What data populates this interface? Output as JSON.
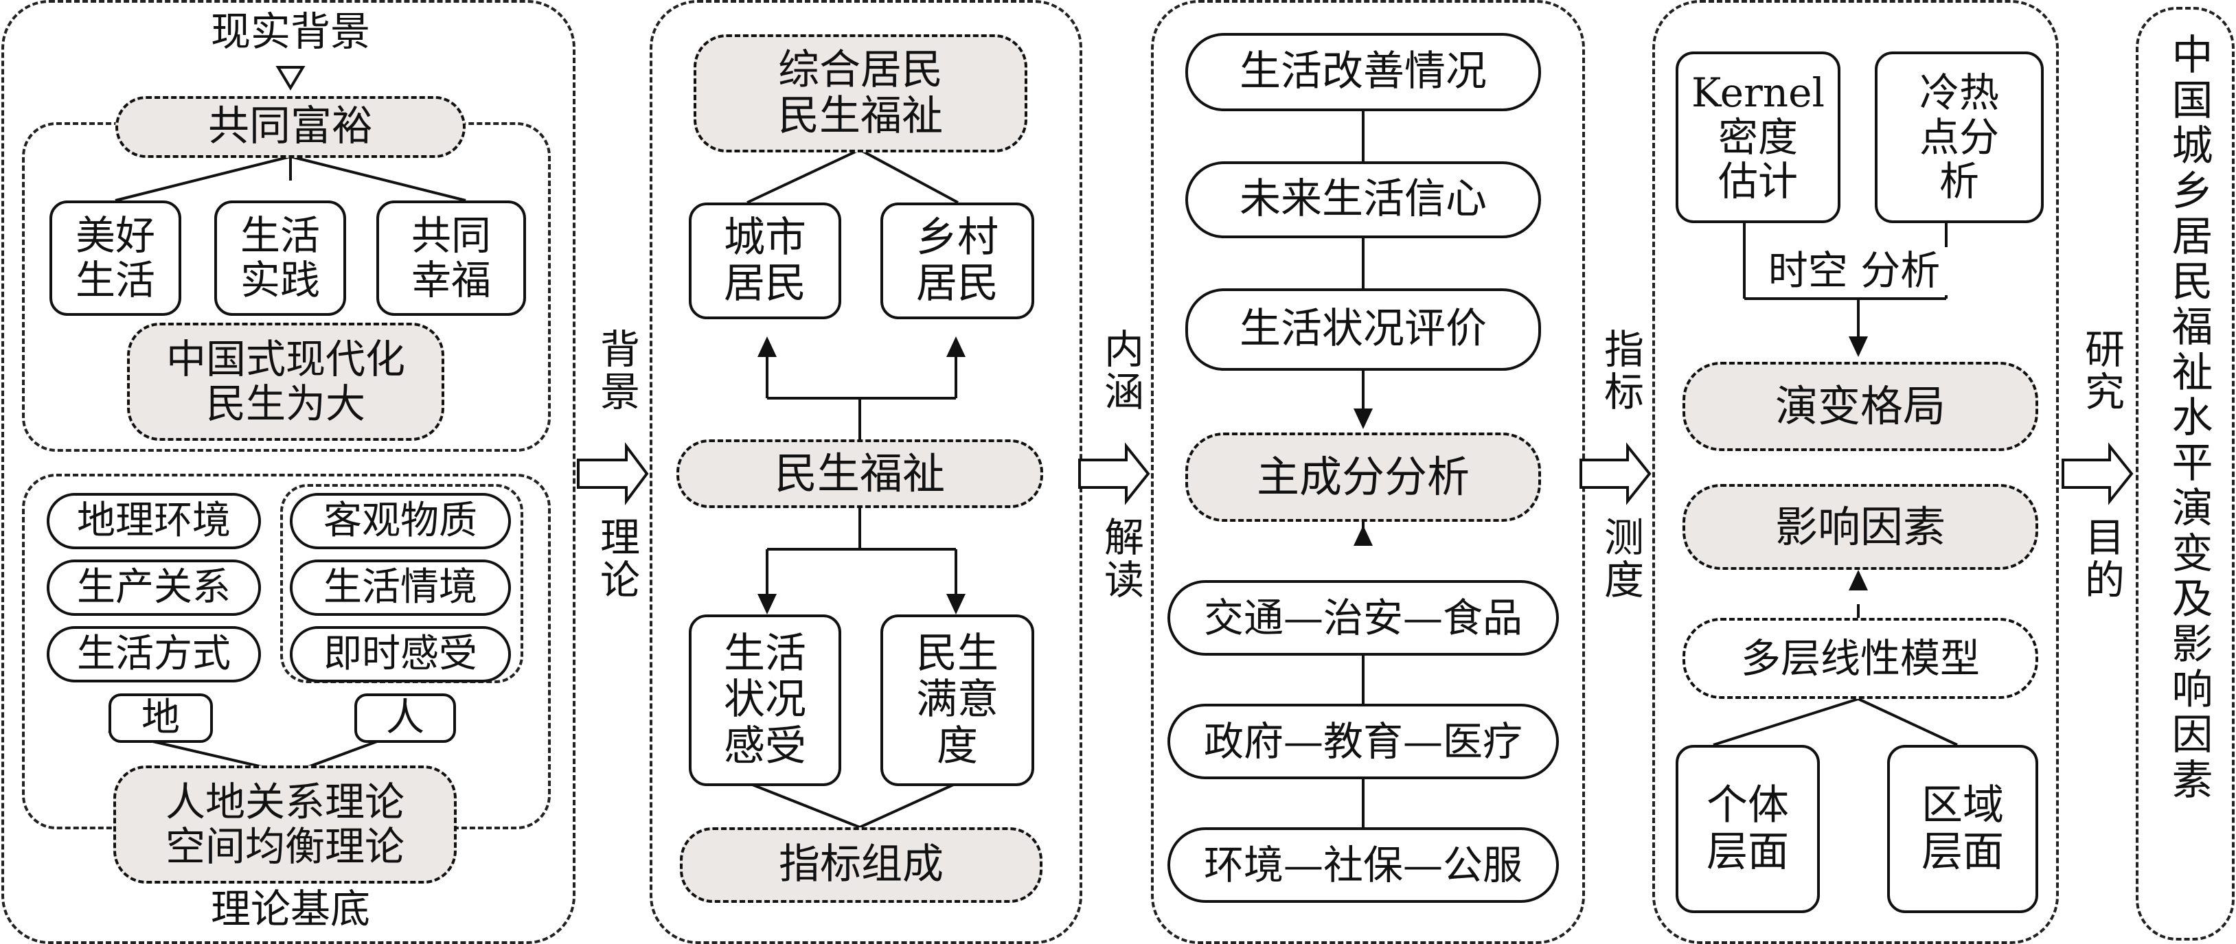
{
  "col1": {
    "top_label": "现实背景",
    "common_prosperity": "共同富裕",
    "goals": [
      "美好\n生活",
      "生活\n实践",
      "共同\n幸福"
    ],
    "modernization": "中国式现代化\n民生为大",
    "left_factors": [
      "地理环境",
      "生产关系",
      "生活方式"
    ],
    "right_factors": [
      "客观物质",
      "生活情境",
      "即时感受"
    ],
    "di": "地",
    "ren": "人",
    "theory": "人地关系理论\n空间均衡理论",
    "bottom_label": "理论基底"
  },
  "arrow1": {
    "top": "背景",
    "bottom": "理论"
  },
  "col2": {
    "comprehensive": "综合居民\n民生福祉",
    "urban": "城市\n居民",
    "rural": "乡村\n居民",
    "welfare": "民生福祉",
    "feeling": "生活\n状况\n感受",
    "satisfaction": "民生\n满意\n度",
    "indicators": "指标组成"
  },
  "arrow2": {
    "top": "内涵",
    "bottom": "解读"
  },
  "col3": {
    "top_items": [
      "生活改善情况",
      "未来生活信心",
      "生活状况评价"
    ],
    "pca": "主成分分析",
    "bottom_items": [
      "交通—治安—食品",
      "政府—教育—医疗",
      "环境—社保—公服"
    ]
  },
  "arrow3": {
    "top": "指标",
    "bottom": "测度"
  },
  "col4": {
    "kernel": "Kernel\n密度\n估计",
    "hotspot": "冷热\n点分\n析",
    "spatiotemporal": "时空 分析",
    "pattern": "演变格局",
    "factors": "影响因素",
    "hlm": "多层线性模型",
    "individual": "个体\n层面",
    "regional": "区域\n层面"
  },
  "arrow4": {
    "top": "研究",
    "bottom": "目的"
  },
  "col5": {
    "title": "中国城乡居民福祉水平演变及影响因素"
  }
}
